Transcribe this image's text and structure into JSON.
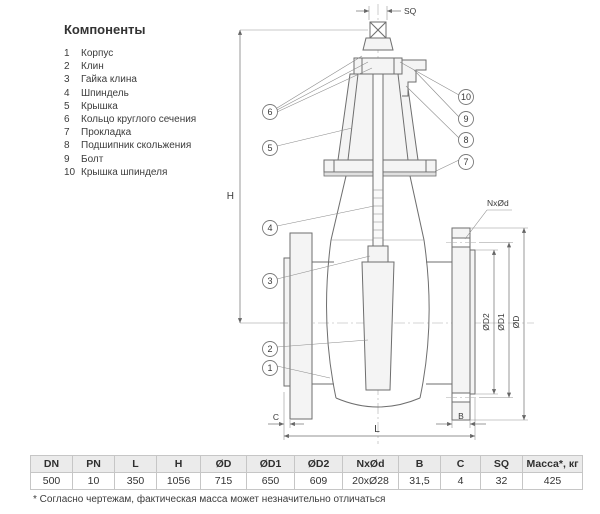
{
  "components": {
    "title": "Компоненты",
    "items": [
      {
        "num": "1",
        "label": "Корпус"
      },
      {
        "num": "2",
        "label": "Клин"
      },
      {
        "num": "3",
        "label": "Гайка клина"
      },
      {
        "num": "4",
        "label": "Шпиндель"
      },
      {
        "num": "5",
        "label": "Крышка"
      },
      {
        "num": "6",
        "label": "Кольцо круглого сечения"
      },
      {
        "num": "7",
        "label": "Прокладка"
      },
      {
        "num": "8",
        "label": "Подшипник скольжения"
      },
      {
        "num": "9",
        "label": "Болт"
      },
      {
        "num": "10",
        "label": "Крышка шпинделя"
      }
    ]
  },
  "drawing": {
    "labels": {
      "sq": "SQ",
      "h": "H",
      "l": "L",
      "b": "B",
      "c": "C",
      "nxod": "NxØd",
      "od": "ØD",
      "od1": "ØD1",
      "od2": "ØD2"
    },
    "callouts": [
      "1",
      "2",
      "3",
      "4",
      "5",
      "6",
      "7",
      "8",
      "9",
      "10"
    ]
  },
  "table": {
    "headers": [
      "DN",
      "PN",
      "L",
      "H",
      "ØD",
      "ØD1",
      "ØD2",
      "NxØd",
      "B",
      "C",
      "SQ",
      "Масса*, кг"
    ],
    "rows": [
      [
        "500",
        "10",
        "350",
        "1056",
        "715",
        "650",
        "609",
        "20xØ28",
        "31,5",
        "4",
        "32",
        "425"
      ]
    ]
  },
  "footnote": "* Согласно чертежам, фактическая масса может незначительно отличаться"
}
